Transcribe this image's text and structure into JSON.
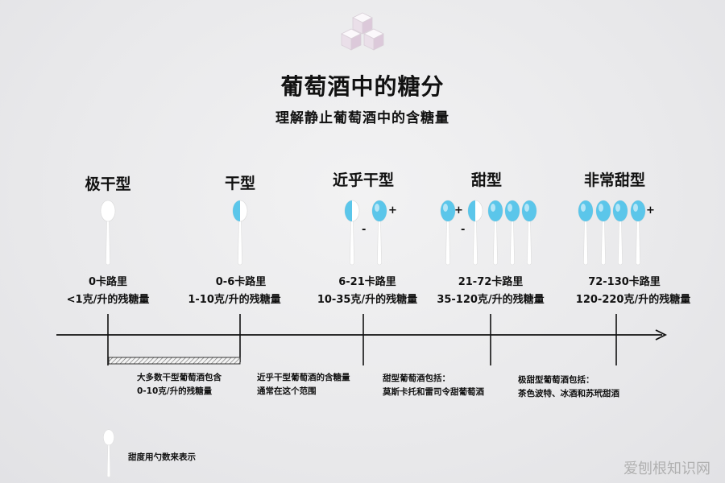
{
  "header": {
    "title": "葡萄酒中的糖分",
    "subtitle": "理解静止葡萄酒中的含糖量"
  },
  "categories": [
    {
      "label": "极干型",
      "calories": "0卡路里",
      "sugar": "<1克/升的残糖量"
    },
    {
      "label": "干型",
      "calories": "0-6卡路里",
      "sugar": "1-10克/升的残糖量"
    },
    {
      "label": "近乎干型",
      "calories": "6-21卡路里",
      "sugar": "10-35克/升的残糖量"
    },
    {
      "label": "甜型",
      "calories": "21-72卡路里",
      "sugar": "35-120克/升的残糖量"
    },
    {
      "label": "非常甜型",
      "calories": "72-130卡路里",
      "sugar": "120-220克/升的残糖量"
    }
  ],
  "spoon_fills": {
    "empty_color": "#ffffff",
    "fill_color": "#5bc6ea"
  },
  "signs": {
    "plus": "+",
    "minus": "-"
  },
  "notes": {
    "dry_line1": "大多数干型葡萄酒包含",
    "dry_line2": "0-10克/升的残糖量",
    "offdry_line1": "近乎干型葡萄酒的含糖量",
    "offdry_line2": "通常在这个范围",
    "sweet_line1": "甜型葡萄酒包括：",
    "sweet_line2": "莫斯卡托和雷司令甜葡萄酒",
    "verysweet_line1": "极甜型葡萄酒包括：",
    "verysweet_line2": "茶色波特、冰酒和苏玳甜酒"
  },
  "legend": {
    "text": "甜度用勺数来表示"
  },
  "watermark": {
    "text": "爱刨根知识网"
  }
}
